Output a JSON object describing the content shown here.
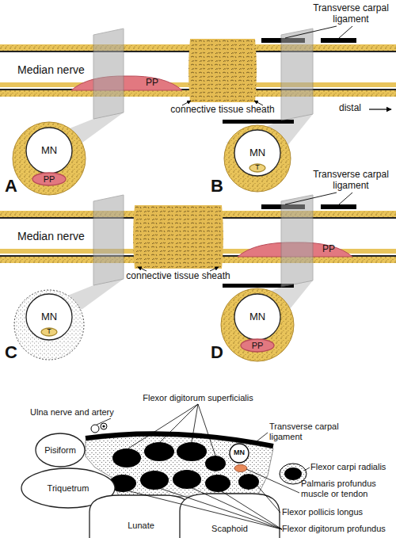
{
  "diagram": {
    "nodes": [
      {
        "text": [
          "Median nerve"
        ]
      },
      {
        "text": [
          "PP"
        ],
        "in": 0
      },
      {
        "text": [
          "MN"
        ]
      },
      {
        "text": [
          "PP"
        ]
      },
      {
        "text": [
          "MN"
        ]
      },
      {
        "text": [
          "T"
        ],
        "in": 4
      },
      {
        "text": [
          "Median nerve"
        ]
      },
      {
        "text": [
          "PP"
        ],
        "in": 6
      },
      {
        "text": [
          "MN"
        ]
      },
      {
        "text": [
          "T"
        ],
        "in": 8
      },
      {
        "text": [
          "MN"
        ]
      },
      {
        "text": [
          "PP"
        ]
      },
      {
        "text": [
          "Pisiform"
        ]
      },
      {
        "text": [
          "Triquetrum"
        ]
      },
      {
        "text": [
          "MN"
        ]
      },
      {
        "text": [
          "Lunate"
        ]
      },
      {
        "text": [
          "Scaphoid"
        ]
      }
    ],
    "labels": [
      "Transverse carpal ligament",
      "connective tissue sheath",
      "distal",
      "A",
      "B",
      "Transverse carpal ligament",
      "connective tissue sheath",
      "C",
      "D",
      "Flexor digitorum superficialis",
      "Ulna nerve and artery",
      "Transverse carpal ligament",
      "Flexor carpi radialis",
      "Palmaris profundus muscle or tendon",
      "Flexor pollicis longus",
      "Flexor digitorum profundus"
    ]
  }
}
